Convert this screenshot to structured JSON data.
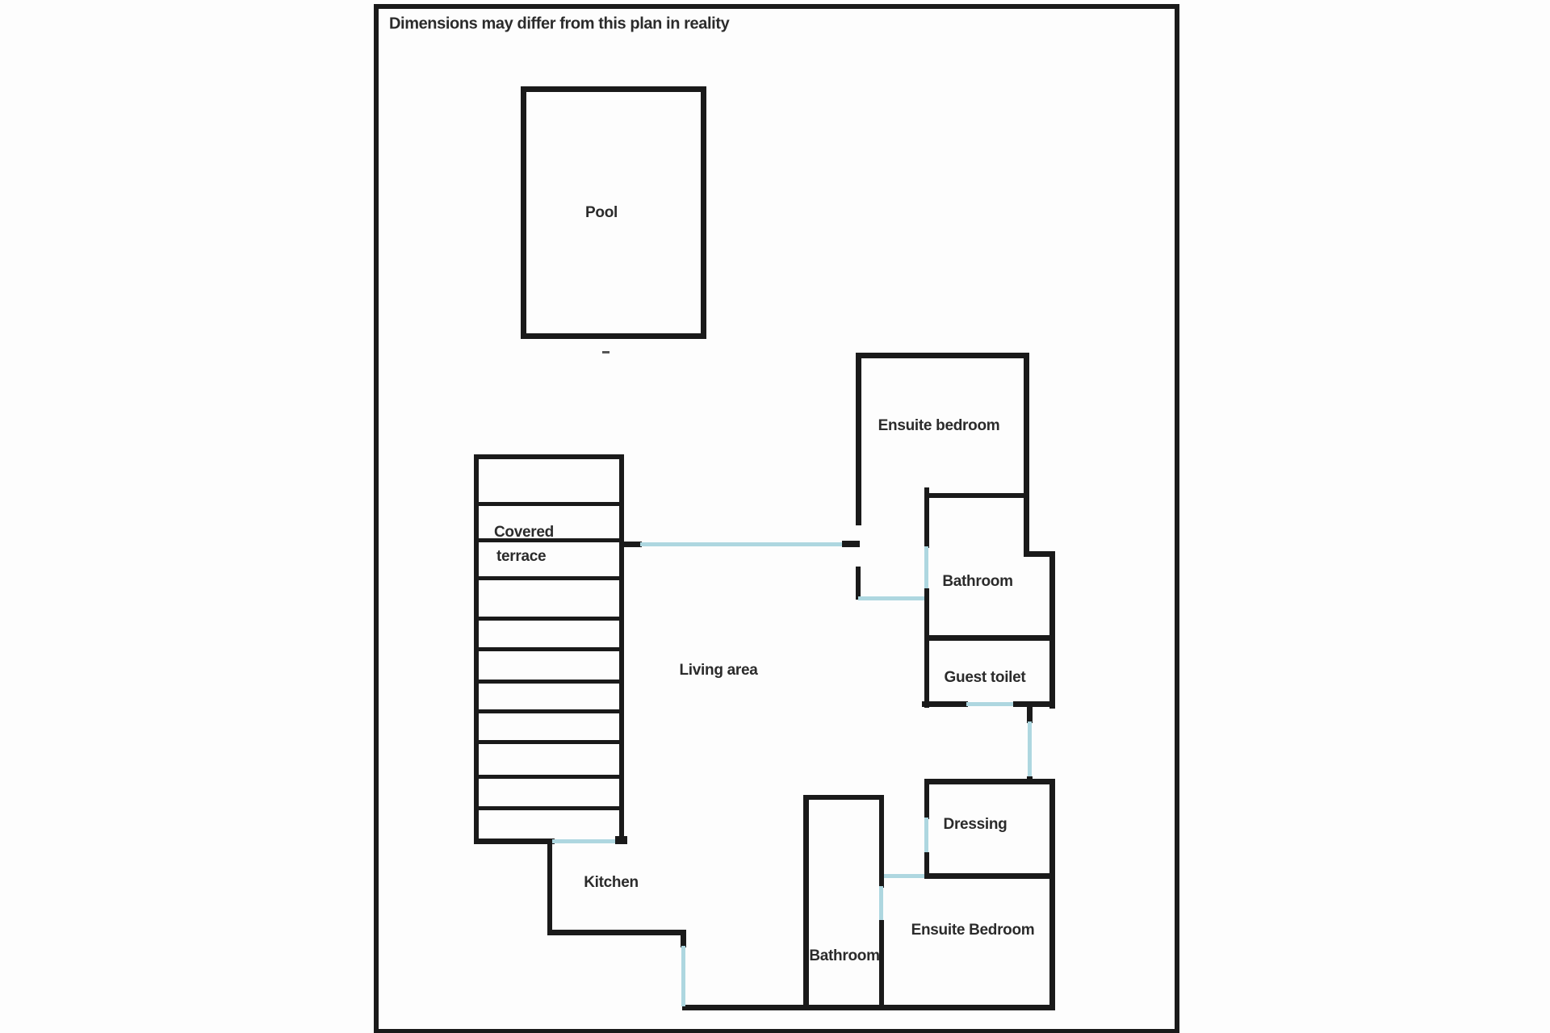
{
  "disclaimer": "Dimensions may differ from this plan in reality",
  "colors": {
    "wall": "#1a1a1a",
    "opening": "#aed7e0",
    "text": "#2b2b2b",
    "background": "#fdfdfd"
  },
  "rooms": {
    "pool": "Pool",
    "covered_terrace_line1": "Covered",
    "covered_terrace_line2": "terrace",
    "living_area": "Living area",
    "kitchen": "Kitchen",
    "ensuite_bedroom_top": "Ensuite bedroom",
    "bathroom_top": "Bathroom",
    "guest_toilet": "Guest toilet",
    "dressing": "Dressing",
    "ensuite_bedroom_bottom": "Ensuite Bedroom",
    "bathroom_bottom": "Bathroom"
  }
}
